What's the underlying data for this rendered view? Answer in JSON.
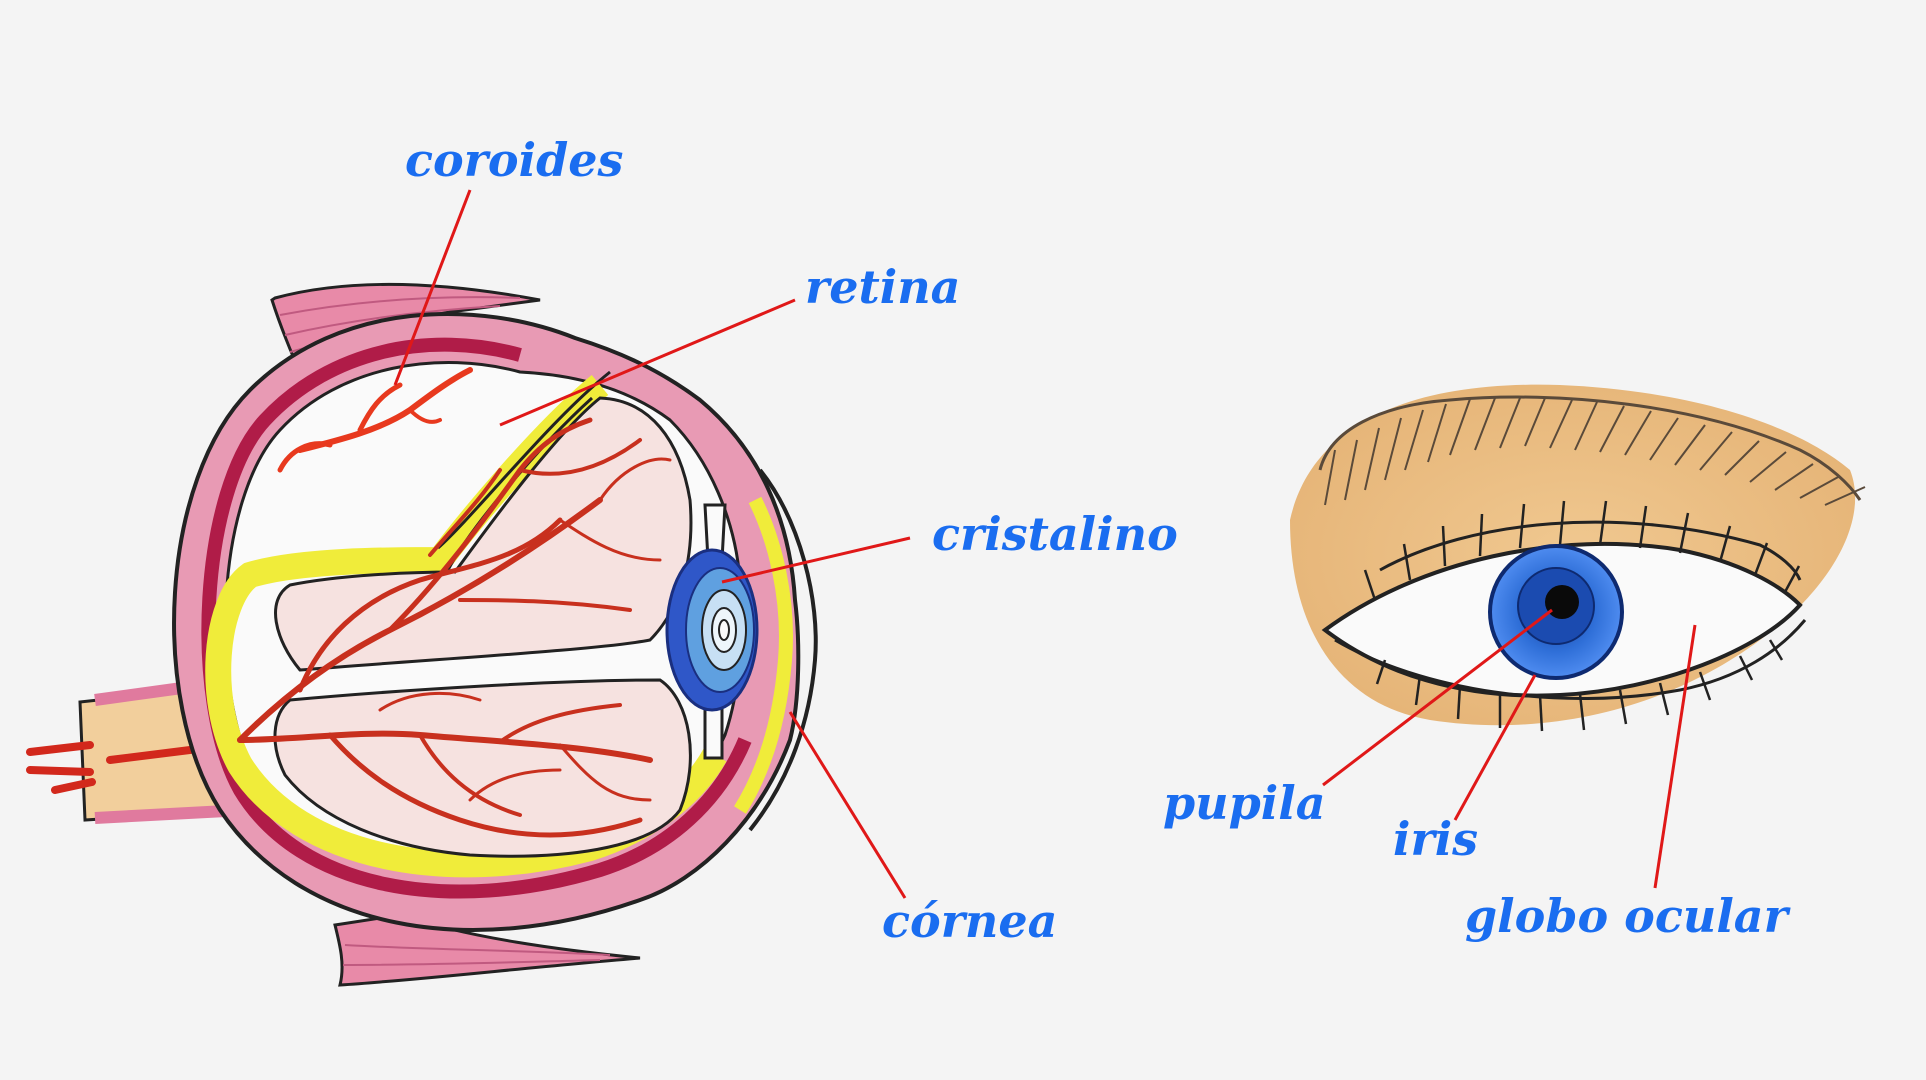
{
  "colors": {
    "label": "#1a6df0",
    "leader": "#e01818",
    "background": "#f4f4f4",
    "muscle": "#e07a9e",
    "choroid": "#b01c48",
    "retina": "#f0ec3a",
    "vessel": "#c8301e",
    "lens": "#3f74d6",
    "skin": "#e9bd80",
    "iris": "#2f6fd8"
  },
  "labels": {
    "coroides": "coroides",
    "retina": "retina",
    "cristalino": "cristalino",
    "cornea": "córnea",
    "pupila": "pupila",
    "iris": "iris",
    "globo_ocular": "globo ocular"
  }
}
